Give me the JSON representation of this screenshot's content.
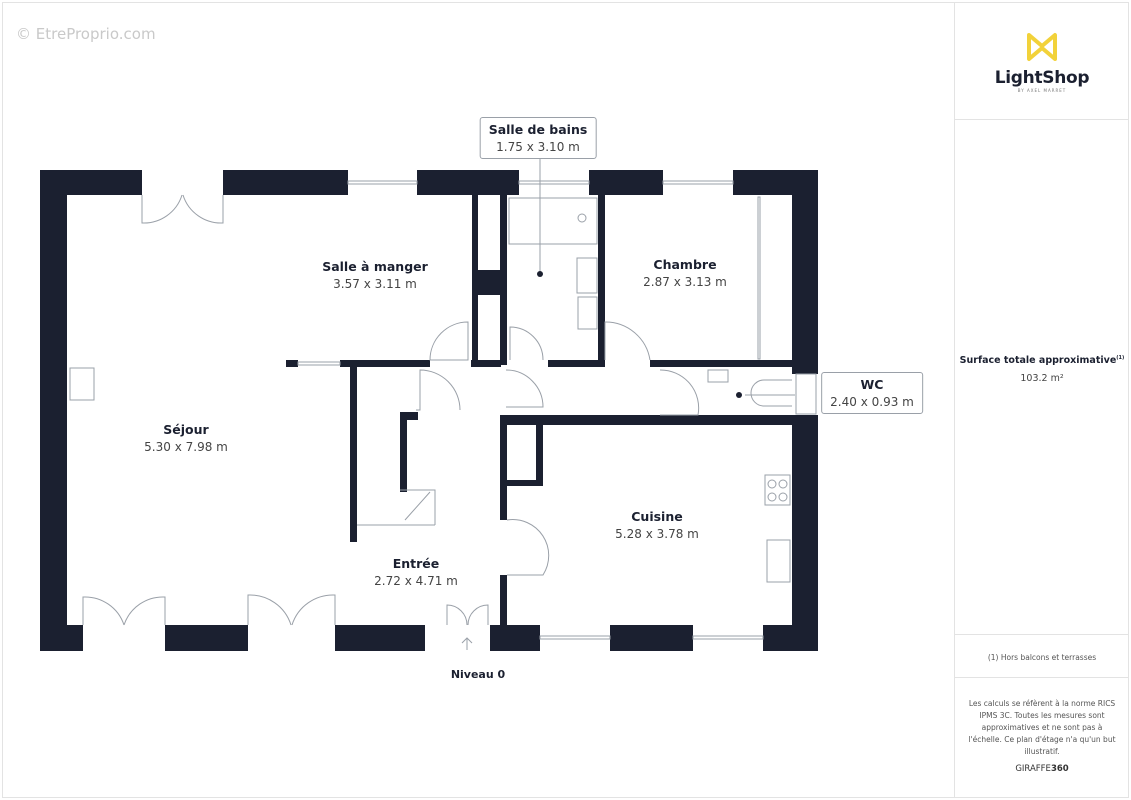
{
  "watermark": "© EtreProprio.com",
  "colors": {
    "wall": "#1b2030",
    "logo_accent": "#f2d23a",
    "fixture": "#9aa0a8"
  },
  "rooms": [
    {
      "name": "Séjour",
      "dims": "5.30 x 7.98 m"
    },
    {
      "name": "Salle à manger",
      "dims": "3.57 x 3.11 m"
    },
    {
      "name": "Salle de bains",
      "dims": "1.75 x 3.10 m"
    },
    {
      "name": "Chambre",
      "dims": "2.87 x 3.13 m"
    },
    {
      "name": "WC",
      "dims": "2.40 x 0.93 m"
    },
    {
      "name": "Cuisine",
      "dims": "5.28 x 3.78 m"
    },
    {
      "name": "Entrée",
      "dims": "2.72 x 4.71 m"
    }
  ],
  "level": "Niveau 0",
  "panel": {
    "logo": "LightShop",
    "logo_sub": "BY AXEL MARRET",
    "surface_title": "Surface totale approximative",
    "surface_note_mark": "(1)",
    "surface_value": "103.2 m²",
    "footnote": "(1) Hors balcons et terrasses",
    "disclaimer": "Les calculs se réfèrent à la norme RICS IPMS 3C. Toutes les mesures sont approximatives et ne sont pas à l'échelle. Ce plan d'étage n'a qu'un but illustratif.",
    "brand_a": "GIRAFFE",
    "brand_b": "360"
  }
}
